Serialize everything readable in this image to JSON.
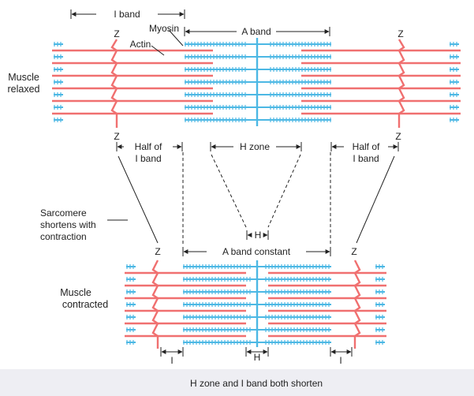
{
  "labels": {
    "i_band_top": "I band",
    "myosin": "Myosin",
    "actin": "Actin",
    "a_band_top": "A band",
    "z": "Z",
    "muscle_relaxed_1": "Muscle",
    "muscle_relaxed_2": "relaxed",
    "half_of_left_1": "Half of",
    "half_of_left_2": "I band",
    "h_zone": "H zone",
    "half_of_right_1": "Half of",
    "half_of_right_2": "I band",
    "sarcomere_1": "Sarcomere",
    "sarcomere_2": "shortens with",
    "sarcomere_3": "contraction",
    "h_small": "H",
    "a_band_constant": "A band constant",
    "muscle_contracted_1": "Muscle",
    "muscle_contracted_2": "contracted",
    "i_small_left": "I",
    "h_bottom": "H",
    "i_small_right": "I",
    "caption": "H zone and I band both shorten"
  },
  "colors": {
    "actin": "#f07070",
    "myosin": "#4cb8e4",
    "text": "#222222",
    "caption_bar": "#eeeef3"
  }
}
